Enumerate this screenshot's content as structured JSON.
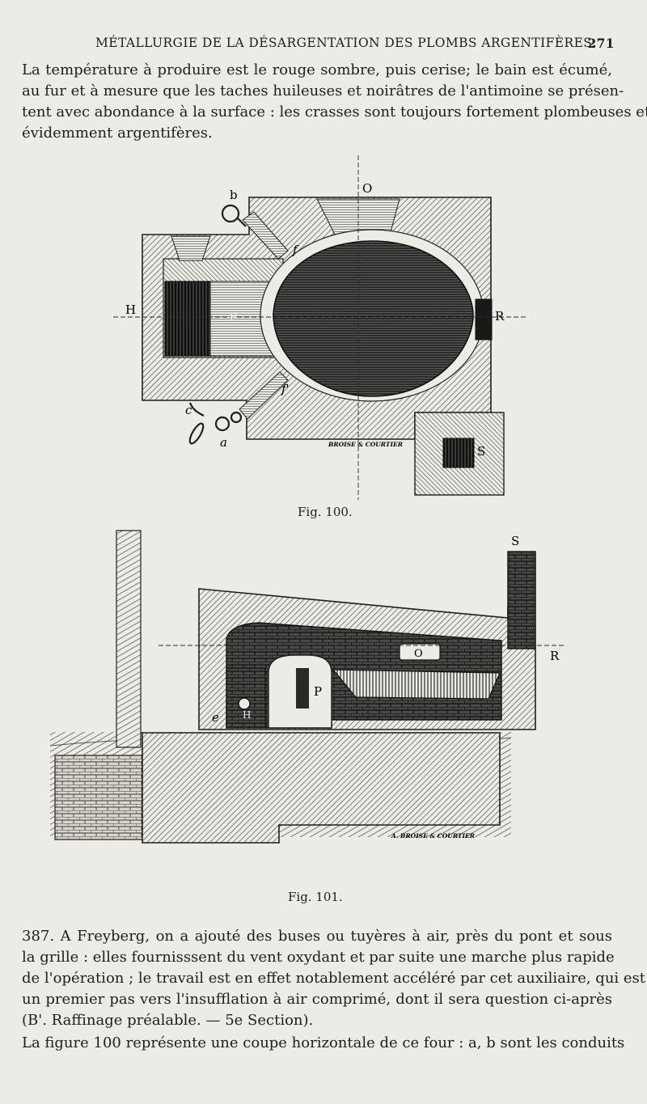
{
  "header": {
    "running_title": "MÉTALLURGIE DE LA DÉSARGENTATION DES PLOMBS ARGENTIFÈRES.",
    "page_number": "271"
  },
  "paragraph1": {
    "lines": [
      "La température à produire est le rouge sombre, puis cerise; le bain est écumé,",
      "au fur et à mesure que les taches huileuses et noirâtres de l'antimoine se présen-",
      "tent avec abondance à la surface : les crasses sont toujours fortement plombeuses et",
      "évidemment argentifères."
    ]
  },
  "figure100": {
    "caption": "Fig. 100.",
    "labels": {
      "O": "O",
      "b": "b",
      "f": "f",
      "H": "H",
      "P": "P",
      "R": "R",
      "f_prime": "f'",
      "c": "c",
      "a": "a",
      "S": "S"
    },
    "engraver": "BROISE & COURTIER"
  },
  "figure101": {
    "caption": "Fig. 101.",
    "labels": {
      "S": "S",
      "O": "O",
      "R": "R",
      "P": "P",
      "e": "e",
      "H": "H"
    },
    "engraver": "A. BROISE & COURTIER"
  },
  "paragraph2": {
    "lines": [
      "387. A Freyberg, on a ajouté des buses ou tuyères à air, près du pont et sous",
      "la grille : elles fournisssent du vent oxydant et par suite une marche plus rapide",
      "de l'opération ; le travail est en effet notablement accéléré par cet auxiliaire, qui est",
      "un premier pas vers l'insufflation à air comprimé, dont il sera question ci-après",
      "(B'. Raffinage préalable. — 5e Section)."
    ]
  },
  "paragraph3": {
    "lines": [
      "La figure 100 représente une coupe horizontale de ce four : a, b sont les conduits"
    ]
  }
}
